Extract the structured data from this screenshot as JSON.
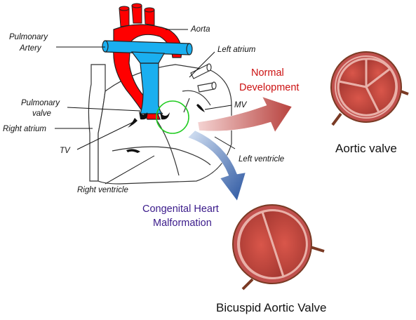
{
  "labels": {
    "pulmonary_artery_1": "Pulmonary",
    "pulmonary_artery_2": "Artery",
    "aorta": "Aorta",
    "left_atrium": "Left atrium",
    "pulmonary_valve_1": "Pulmonary",
    "pulmonary_valve_2": "valve",
    "mv": "MV",
    "right_atrium": "Right atrium",
    "tv": "TV",
    "left_ventricle": "Left ventricle",
    "right_ventricle": "Right ventricle"
  },
  "paths": {
    "normal_1": "Normal",
    "normal_2": "Development",
    "congenital_1": "Congenital Heart",
    "congenital_2": "Malformation"
  },
  "results": {
    "aortic_valve": "Aortic valve",
    "bicuspid": "Bicuspid Aortic Valve"
  },
  "colors": {
    "aorta": "#ff0000",
    "pulmonary_artery": "#1aaff0",
    "highlight_circle": "#22cc22",
    "normal_text": "#cc1111",
    "congenital_text": "#3a1a8a",
    "normal_arrow": "#c0504d",
    "congenital_arrow": "#2e5fa8",
    "valve_fill": "#c0504d",
    "valve_rim": "#e9b0a8",
    "valve_stem": "#7a3a24"
  }
}
